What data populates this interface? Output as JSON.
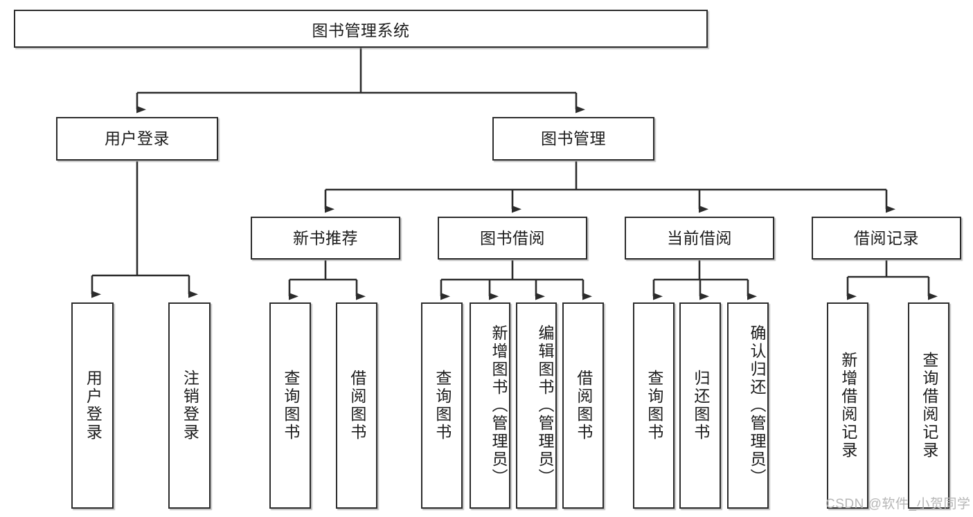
{
  "diagram": {
    "title": "图书管理系统",
    "type": "hierarchy-tree",
    "orientation": "top-down",
    "colors": {
      "node_border": "#2b2b2b",
      "node_fill": "#ffffff",
      "edge": "#2b2b2b",
      "background": "#ffffff",
      "watermark": "#b6b6b6"
    },
    "levels": {
      "root": "图书管理系统",
      "level2": [
        "用户登录",
        "图书管理"
      ],
      "level3": [
        "新书推荐",
        "图书借阅",
        "当前借阅",
        "借阅记录"
      ]
    },
    "nodes": {
      "root": {
        "label": "图书管理系统"
      },
      "user_login": {
        "label": "用户登录"
      },
      "book_manage": {
        "label": "图书管理"
      },
      "new_book_rec": {
        "label": "新书推荐"
      },
      "book_borrow": {
        "label": "图书借阅"
      },
      "current_borrow": {
        "label": "当前借阅"
      },
      "borrow_record": {
        "label": "借阅记录"
      },
      "leaf_user_login": {
        "label": "用户登录"
      },
      "leaf_logout": {
        "label": "注销登录"
      },
      "leaf_query_book_1": {
        "label": "查询图书"
      },
      "leaf_borrow_book_1": {
        "label": "借阅图书"
      },
      "leaf_query_book_2": {
        "label": "查询图书"
      },
      "leaf_add_book": {
        "label": "新增图书（管理员）"
      },
      "leaf_edit_book": {
        "label": "编辑图书（管理员）"
      },
      "leaf_borrow_book_2": {
        "label": "借阅图书"
      },
      "leaf_query_book_3": {
        "label": "查询图书"
      },
      "leaf_return_book": {
        "label": "归还图书"
      },
      "leaf_confirm_return": {
        "label": "确认归还（管理员）"
      },
      "leaf_add_record": {
        "label": "新增借阅记录"
      },
      "leaf_query_record": {
        "label": "查询借阅记录"
      }
    },
    "edges": [
      {
        "from": "图书管理系统",
        "to": "用户登录"
      },
      {
        "from": "图书管理系统",
        "to": "图书管理"
      },
      {
        "from": "用户登录",
        "to": "用户登录"
      },
      {
        "from": "用户登录",
        "to": "注销登录"
      },
      {
        "from": "图书管理",
        "to": "新书推荐"
      },
      {
        "from": "图书管理",
        "to": "图书借阅"
      },
      {
        "from": "图书管理",
        "to": "当前借阅"
      },
      {
        "from": "图书管理",
        "to": "借阅记录"
      },
      {
        "from": "新书推荐",
        "to": "查询图书"
      },
      {
        "from": "新书推荐",
        "to": "借阅图书"
      },
      {
        "from": "图书借阅",
        "to": "查询图书"
      },
      {
        "from": "图书借阅",
        "to": "新增图书（管理员）"
      },
      {
        "from": "图书借阅",
        "to": "编辑图书（管理员）"
      },
      {
        "from": "图书借阅",
        "to": "借阅图书"
      },
      {
        "from": "当前借阅",
        "to": "查询图书"
      },
      {
        "from": "当前借阅",
        "to": "归还图书"
      },
      {
        "from": "当前借阅",
        "to": "确认归还（管理员）"
      },
      {
        "from": "借阅记录",
        "to": "新增借阅记录"
      },
      {
        "from": "借阅记录",
        "to": "查询借阅记录"
      }
    ]
  },
  "watermark": {
    "text": "CSDN @软件_小贺同学"
  }
}
